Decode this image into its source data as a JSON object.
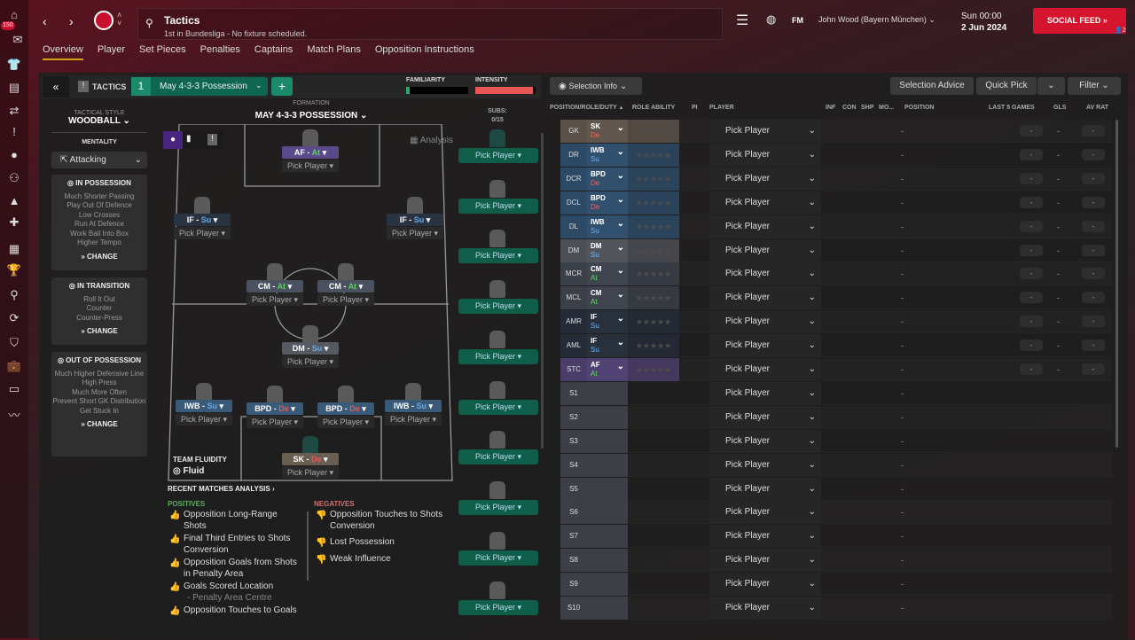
{
  "sidebar": {
    "badge": "150",
    "icons": [
      "home-icon",
      "inbox-icon",
      "squad-icon",
      "clipboard-icon",
      "transfers-icon",
      "tactics-icon",
      "ball-icon",
      "staff-icon",
      "training-icon",
      "medical-icon",
      "calendar-icon",
      "trophy-icon",
      "scouting-icon",
      "refresh-icon",
      "shield-icon",
      "briefcase-icon",
      "ticket-icon",
      "finance-icon"
    ]
  },
  "header": {
    "title": "Tactics",
    "subtitle": "1st in Bundesliga - No fixture scheduled.",
    "fm": "FM",
    "manager": "John Wood (Bayern München)",
    "day_time": "Sun 00:00",
    "date": "2 Jun 2024",
    "social": "SOCIAL FEED",
    "social_count": "2"
  },
  "tabs": [
    "Overview",
    "Player",
    "Set Pieces",
    "Penalties",
    "Captains",
    "Match Plans",
    "Opposition Instructions"
  ],
  "tactics_bar": {
    "label": "TACTICS",
    "slot": "1",
    "tactic": "May 4-3-3 Possession",
    "familiarity": "FAMILIARITY",
    "intensity": "INTENSITY",
    "familiarity_value": 0.06,
    "intensity_value": 0.95
  },
  "left": {
    "style_label": "TACTICAL STYLE",
    "style": "WOODBALL",
    "mentality_label": "MENTALITY",
    "mentality": "Attacking",
    "change": "CHANGE",
    "panels": [
      {
        "title": "IN POSSESSION",
        "items": [
          "Much Shorter Passing",
          "Play Out Of Defence",
          "Low Crosses",
          "Run At Defence",
          "Work Ball Into Box",
          "Higher Tempo"
        ]
      },
      {
        "title": "IN TRANSITION",
        "items": [
          "Roll It Out",
          "Counter",
          "Counter-Press"
        ]
      },
      {
        "title": "OUT OF POSSESSION",
        "items": [
          "Much Higher Defensive Line",
          "High Press",
          "Much More Often",
          "Prevent Short GK Distribution",
          "Get Stuck In"
        ]
      }
    ]
  },
  "pitch": {
    "formation_label": "FORMATION",
    "formation": "MAY 4-3-3 POSSESSION",
    "analysis": "Analysis",
    "fluidity_label": "TEAM FLUIDITY",
    "fluidity": "Fluid",
    "pick": "Pick Player",
    "players": [
      {
        "role": "AF",
        "duty": "At",
        "color": "#5b4a8a"
      },
      {
        "role": "IF",
        "duty": "Su",
        "color": "#2a3342"
      },
      {
        "role": "IF",
        "duty": "Su",
        "color": "#2a3342"
      },
      {
        "role": "CM",
        "duty": "At",
        "color": "#4a5260"
      },
      {
        "role": "CM",
        "duty": "At",
        "color": "#4a5260"
      },
      {
        "role": "DM",
        "duty": "Su",
        "color": "#555a62"
      },
      {
        "role": "IWB",
        "duty": "Su",
        "color": "#3a5a7a"
      },
      {
        "role": "BPD",
        "duty": "De",
        "color": "#3a5a7a"
      },
      {
        "role": "BPD",
        "duty": "De",
        "color": "#3a5a7a"
      },
      {
        "role": "IWB",
        "duty": "Su",
        "color": "#3a5a7a"
      },
      {
        "role": "SK",
        "duty": "De",
        "color": "#6a5e52"
      }
    ]
  },
  "subs": {
    "label": "SUBS:",
    "count": "0/15",
    "pick": "Pick Player",
    "n": 10
  },
  "analysis": {
    "title": "RECENT MATCHES ANALYSIS",
    "pos_label": "POSITIVES",
    "neg_label": "NEGATIVES",
    "positives": [
      "Opposition Long-Range Shots",
      "Final Third Entries to Shots Conversion",
      "Opposition Goals from Shots in Penalty Area",
      "Goals Scored Location",
      "Opposition Touches to Goals"
    ],
    "positive_note": "- Penalty Area Centre",
    "negatives": [
      "Opposition Touches to Shots Conversion",
      "Lost Possession",
      "Weak Influence"
    ]
  },
  "table": {
    "selection_info": "Selection Info",
    "selection_advice": "Selection Advice",
    "quick_pick": "Quick Pick",
    "filter": "Filter",
    "headers": [
      "POSITION/ROLE/DUTY",
      "ROLE ABILITY",
      "PI",
      "PLAYER",
      "INF",
      "CON",
      "SHP",
      "MO...",
      "POSITION",
      "LAST 5 GAMES",
      "GLS",
      "AV RAT"
    ],
    "rows": [
      {
        "pos": "GK",
        "role": "SK",
        "duty": "De",
        "bg": "#5a5048"
      },
      {
        "pos": "DR",
        "role": "IWB",
        "duty": "Su",
        "bg": "#2c4a66"
      },
      {
        "pos": "DCR",
        "role": "BPD",
        "duty": "De",
        "bg": "#2c4a66"
      },
      {
        "pos": "DCL",
        "role": "BPD",
        "duty": "De",
        "bg": "#2c4a66"
      },
      {
        "pos": "DL",
        "role": "IWB",
        "duty": "Su",
        "bg": "#2c4a66"
      },
      {
        "pos": "DM",
        "role": "DM",
        "duty": "Su",
        "bg": "#4c4f55"
      },
      {
        "pos": "MCR",
        "role": "CM",
        "duty": "At",
        "bg": "#3a3f48"
      },
      {
        "pos": "MCL",
        "role": "CM",
        "duty": "At",
        "bg": "#3a3f48"
      },
      {
        "pos": "AMR",
        "role": "IF",
        "duty": "Su",
        "bg": "#252c38"
      },
      {
        "pos": "AML",
        "role": "IF",
        "duty": "Su",
        "bg": "#252c38"
      },
      {
        "pos": "STC",
        "role": "AF",
        "duty": "At",
        "bg": "#4a3d6a"
      },
      {
        "pos": "S1"
      },
      {
        "pos": "S2"
      },
      {
        "pos": "S3"
      },
      {
        "pos": "S4"
      },
      {
        "pos": "S5"
      },
      {
        "pos": "S6"
      },
      {
        "pos": "S7"
      },
      {
        "pos": "S8"
      },
      {
        "pos": "S9"
      },
      {
        "pos": "S10"
      }
    ],
    "pick": "Pick Player",
    "dash": "-"
  },
  "colors": {
    "De": "#e05a5a",
    "Su": "#6aa8e0",
    "At": "#5ad05a",
    "accent": "#d6142e"
  }
}
